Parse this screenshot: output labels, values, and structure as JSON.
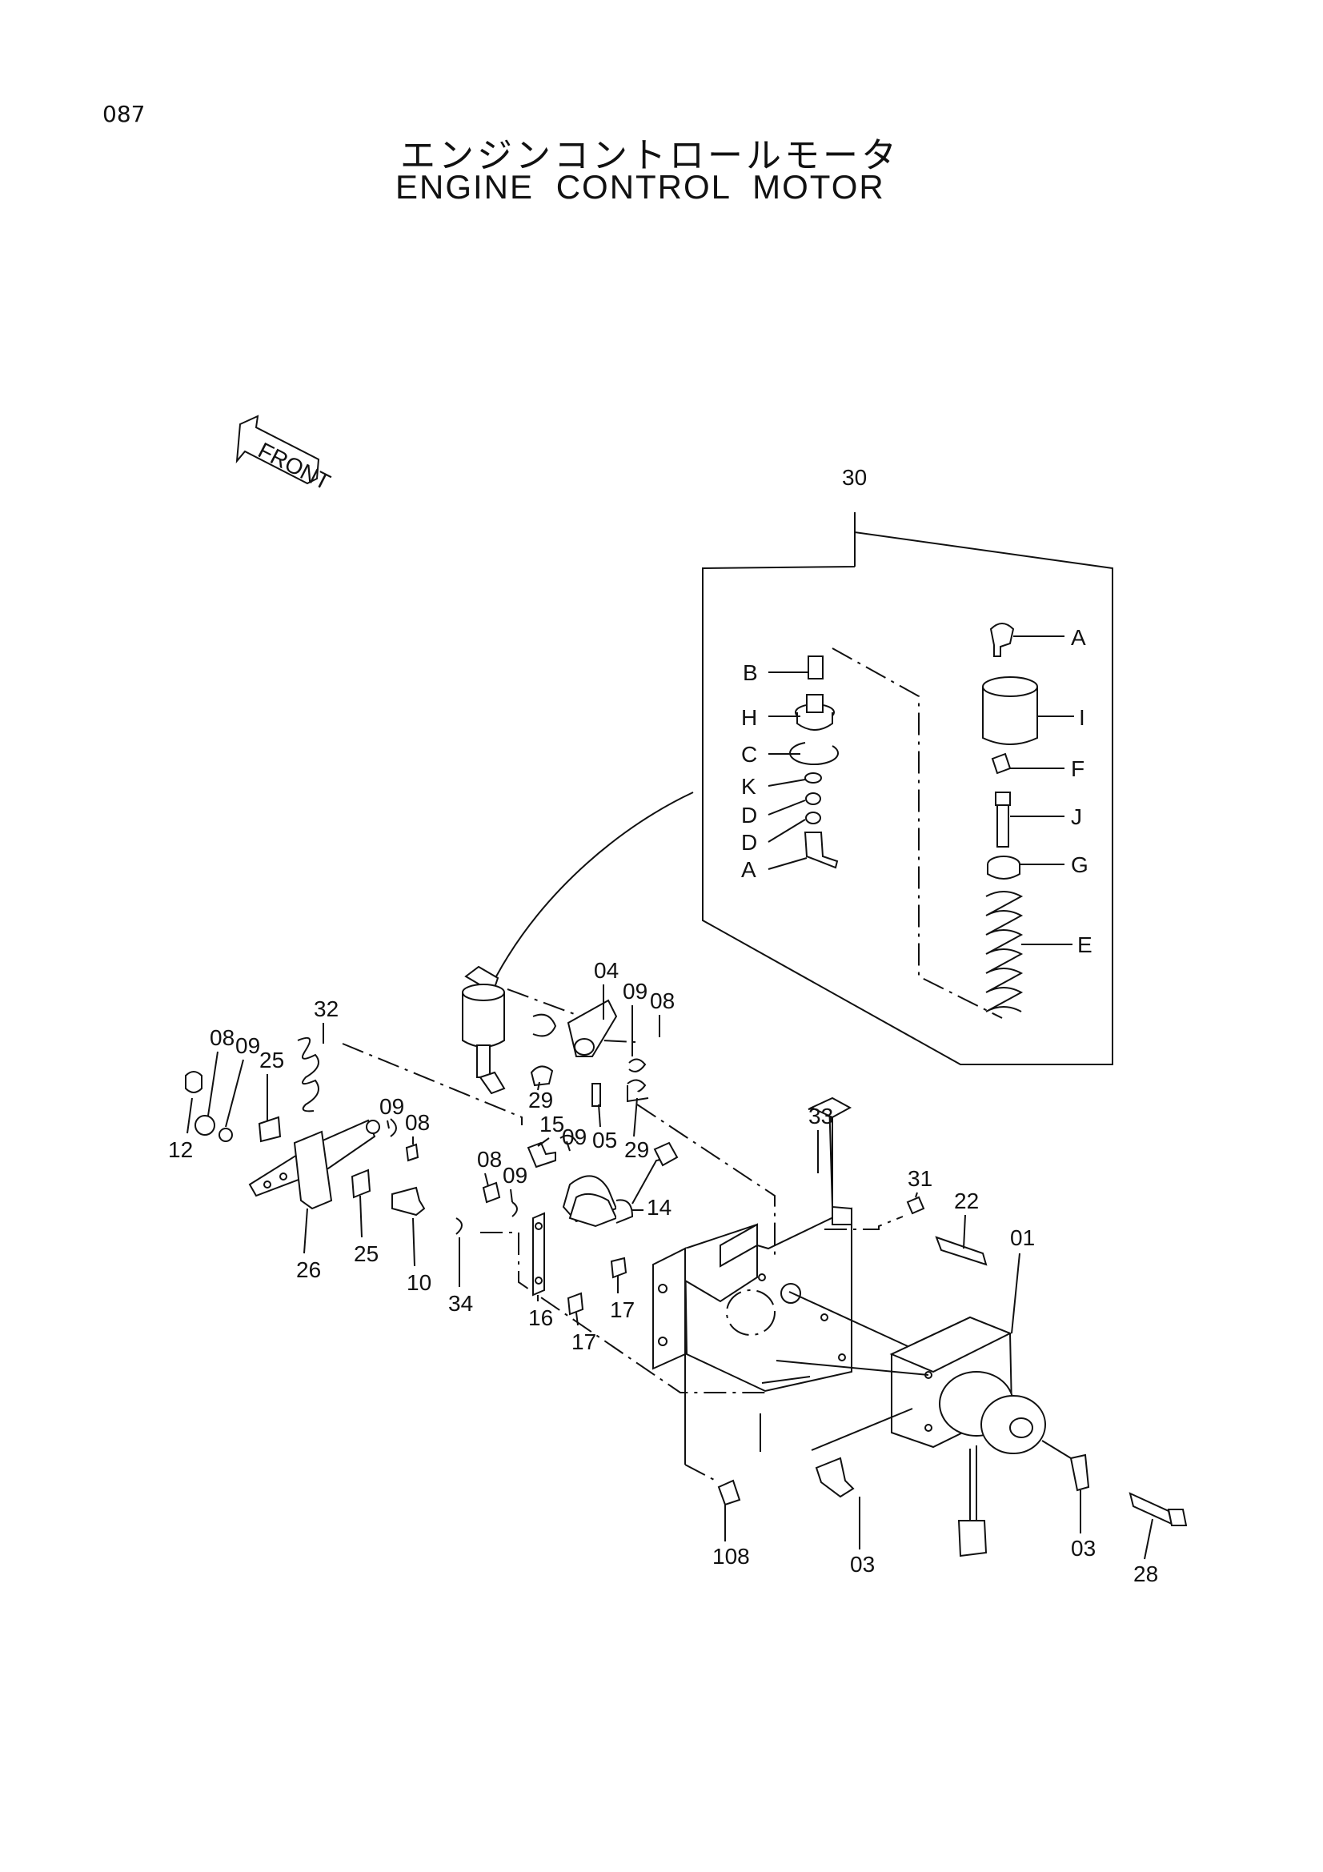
{
  "page_number": "087",
  "title_jp": "エンジンコントロールモータ",
  "title_en": "ENGINE CONTROL MOTOR",
  "front_arrow_label": "FRONT",
  "callouts": {
    "c30": "30",
    "cA1": "A",
    "cB": "B",
    "cI": "I",
    "cH": "H",
    "cC": "C",
    "cF": "F",
    "cK": "K",
    "cD1": "D",
    "cD2": "D",
    "cJ": "J",
    "cA2": "A",
    "cG": "G",
    "cE": "E",
    "c04": "04",
    "c09a": "09",
    "c08a": "08",
    "c32": "32",
    "c08b": "08",
    "c09b": "09",
    "c25a": "25",
    "c12": "12",
    "c29a": "29",
    "c09c": "09",
    "c08c": "08",
    "c15": "15",
    "c09d": "09",
    "c05": "05",
    "c29b": "29",
    "c33": "33",
    "c08d": "08",
    "c09e": "09",
    "c14": "14",
    "c31": "31",
    "c22": "22",
    "c01": "01",
    "c25b": "25",
    "c26": "26",
    "c10": "10",
    "c34": "34",
    "c16": "16",
    "c17a": "17",
    "c17b": "17",
    "c108": "108",
    "c03a": "03",
    "c03b": "03",
    "c28": "28"
  }
}
